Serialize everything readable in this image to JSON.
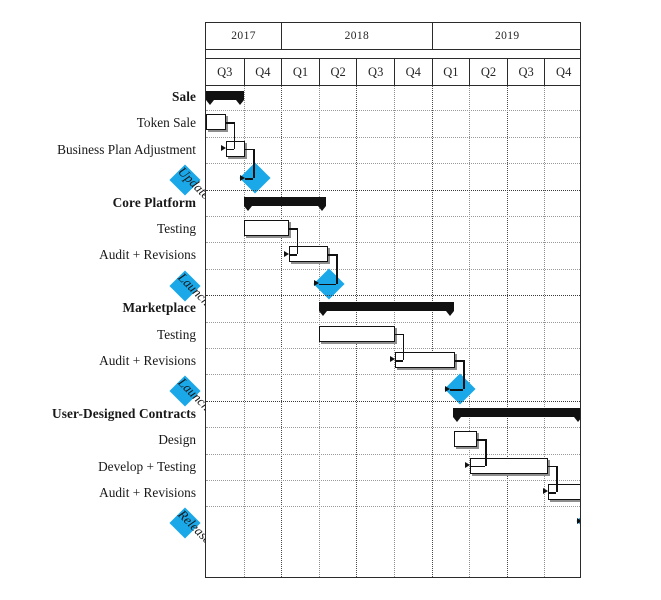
{
  "chart_data": {
    "type": "gantt",
    "title": "",
    "xlabel": "",
    "ylabel": "",
    "timeline": {
      "years": [
        {
          "label": "2017",
          "span_quarters": 2
        },
        {
          "label": "2018",
          "span_quarters": 4
        },
        {
          "label": "2019",
          "span_quarters": 4
        }
      ],
      "quarters": [
        "Q3",
        "Q4",
        "Q1",
        "Q2",
        "Q3",
        "Q4",
        "Q1",
        "Q2",
        "Q3",
        "Q4"
      ],
      "quarter_count": 10,
      "axis_start": "2017-Q3",
      "axis_end": "2019-Q4",
      "grid": true
    },
    "accent_color": "#1ba8e8",
    "bar_color": "#111111",
    "rows": [
      {
        "label": "Sale",
        "kind": "summary",
        "start_q": 0.0,
        "end_q": 1.0
      },
      {
        "label": "Token Sale",
        "kind": "task",
        "start_q": 0.0,
        "end_q": 0.52
      },
      {
        "label": "Business Plan Adjustment",
        "kind": "task",
        "start_q": 0.52,
        "end_q": 1.05
      },
      {
        "label": "Updated Plan Released",
        "kind": "milestone",
        "start_q": 1.05,
        "end_q": 1.05
      },
      {
        "label": "Core Platform",
        "kind": "summary",
        "start_q": 1.0,
        "end_q": 3.2
      },
      {
        "label": "Testing",
        "kind": "task",
        "start_q": 1.02,
        "end_q": 2.2
      },
      {
        "label": "Audit + Revisions",
        "kind": "task",
        "start_q": 2.2,
        "end_q": 3.25
      },
      {
        "label": "Launch",
        "kind": "milestone",
        "start_q": 3.0,
        "end_q": 3.0
      },
      {
        "label": "Marketplace",
        "kind": "summary",
        "start_q": 3.0,
        "end_q": 6.6
      },
      {
        "label": "Testing",
        "kind": "task",
        "start_q": 3.0,
        "end_q": 5.02
      },
      {
        "label": "Audit + Revisions",
        "kind": "task",
        "start_q": 5.02,
        "end_q": 6.62
      },
      {
        "label": "Launch",
        "kind": "milestone",
        "start_q": 6.5,
        "end_q": 6.5
      },
      {
        "label": "User-Designed Contracts",
        "kind": "summary",
        "start_q": 6.58,
        "end_q": 10.0
      },
      {
        "label": "Design",
        "kind": "task",
        "start_q": 6.6,
        "end_q": 7.22
      },
      {
        "label": "Develop + Testing",
        "kind": "task",
        "start_q": 7.02,
        "end_q": 9.1
      },
      {
        "label": "Audit + Revisions",
        "kind": "task",
        "start_q": 9.1,
        "end_q": 10.02
      },
      {
        "label": "Release",
        "kind": "milestone",
        "start_q": 10.0,
        "end_q": 10.0
      }
    ]
  }
}
